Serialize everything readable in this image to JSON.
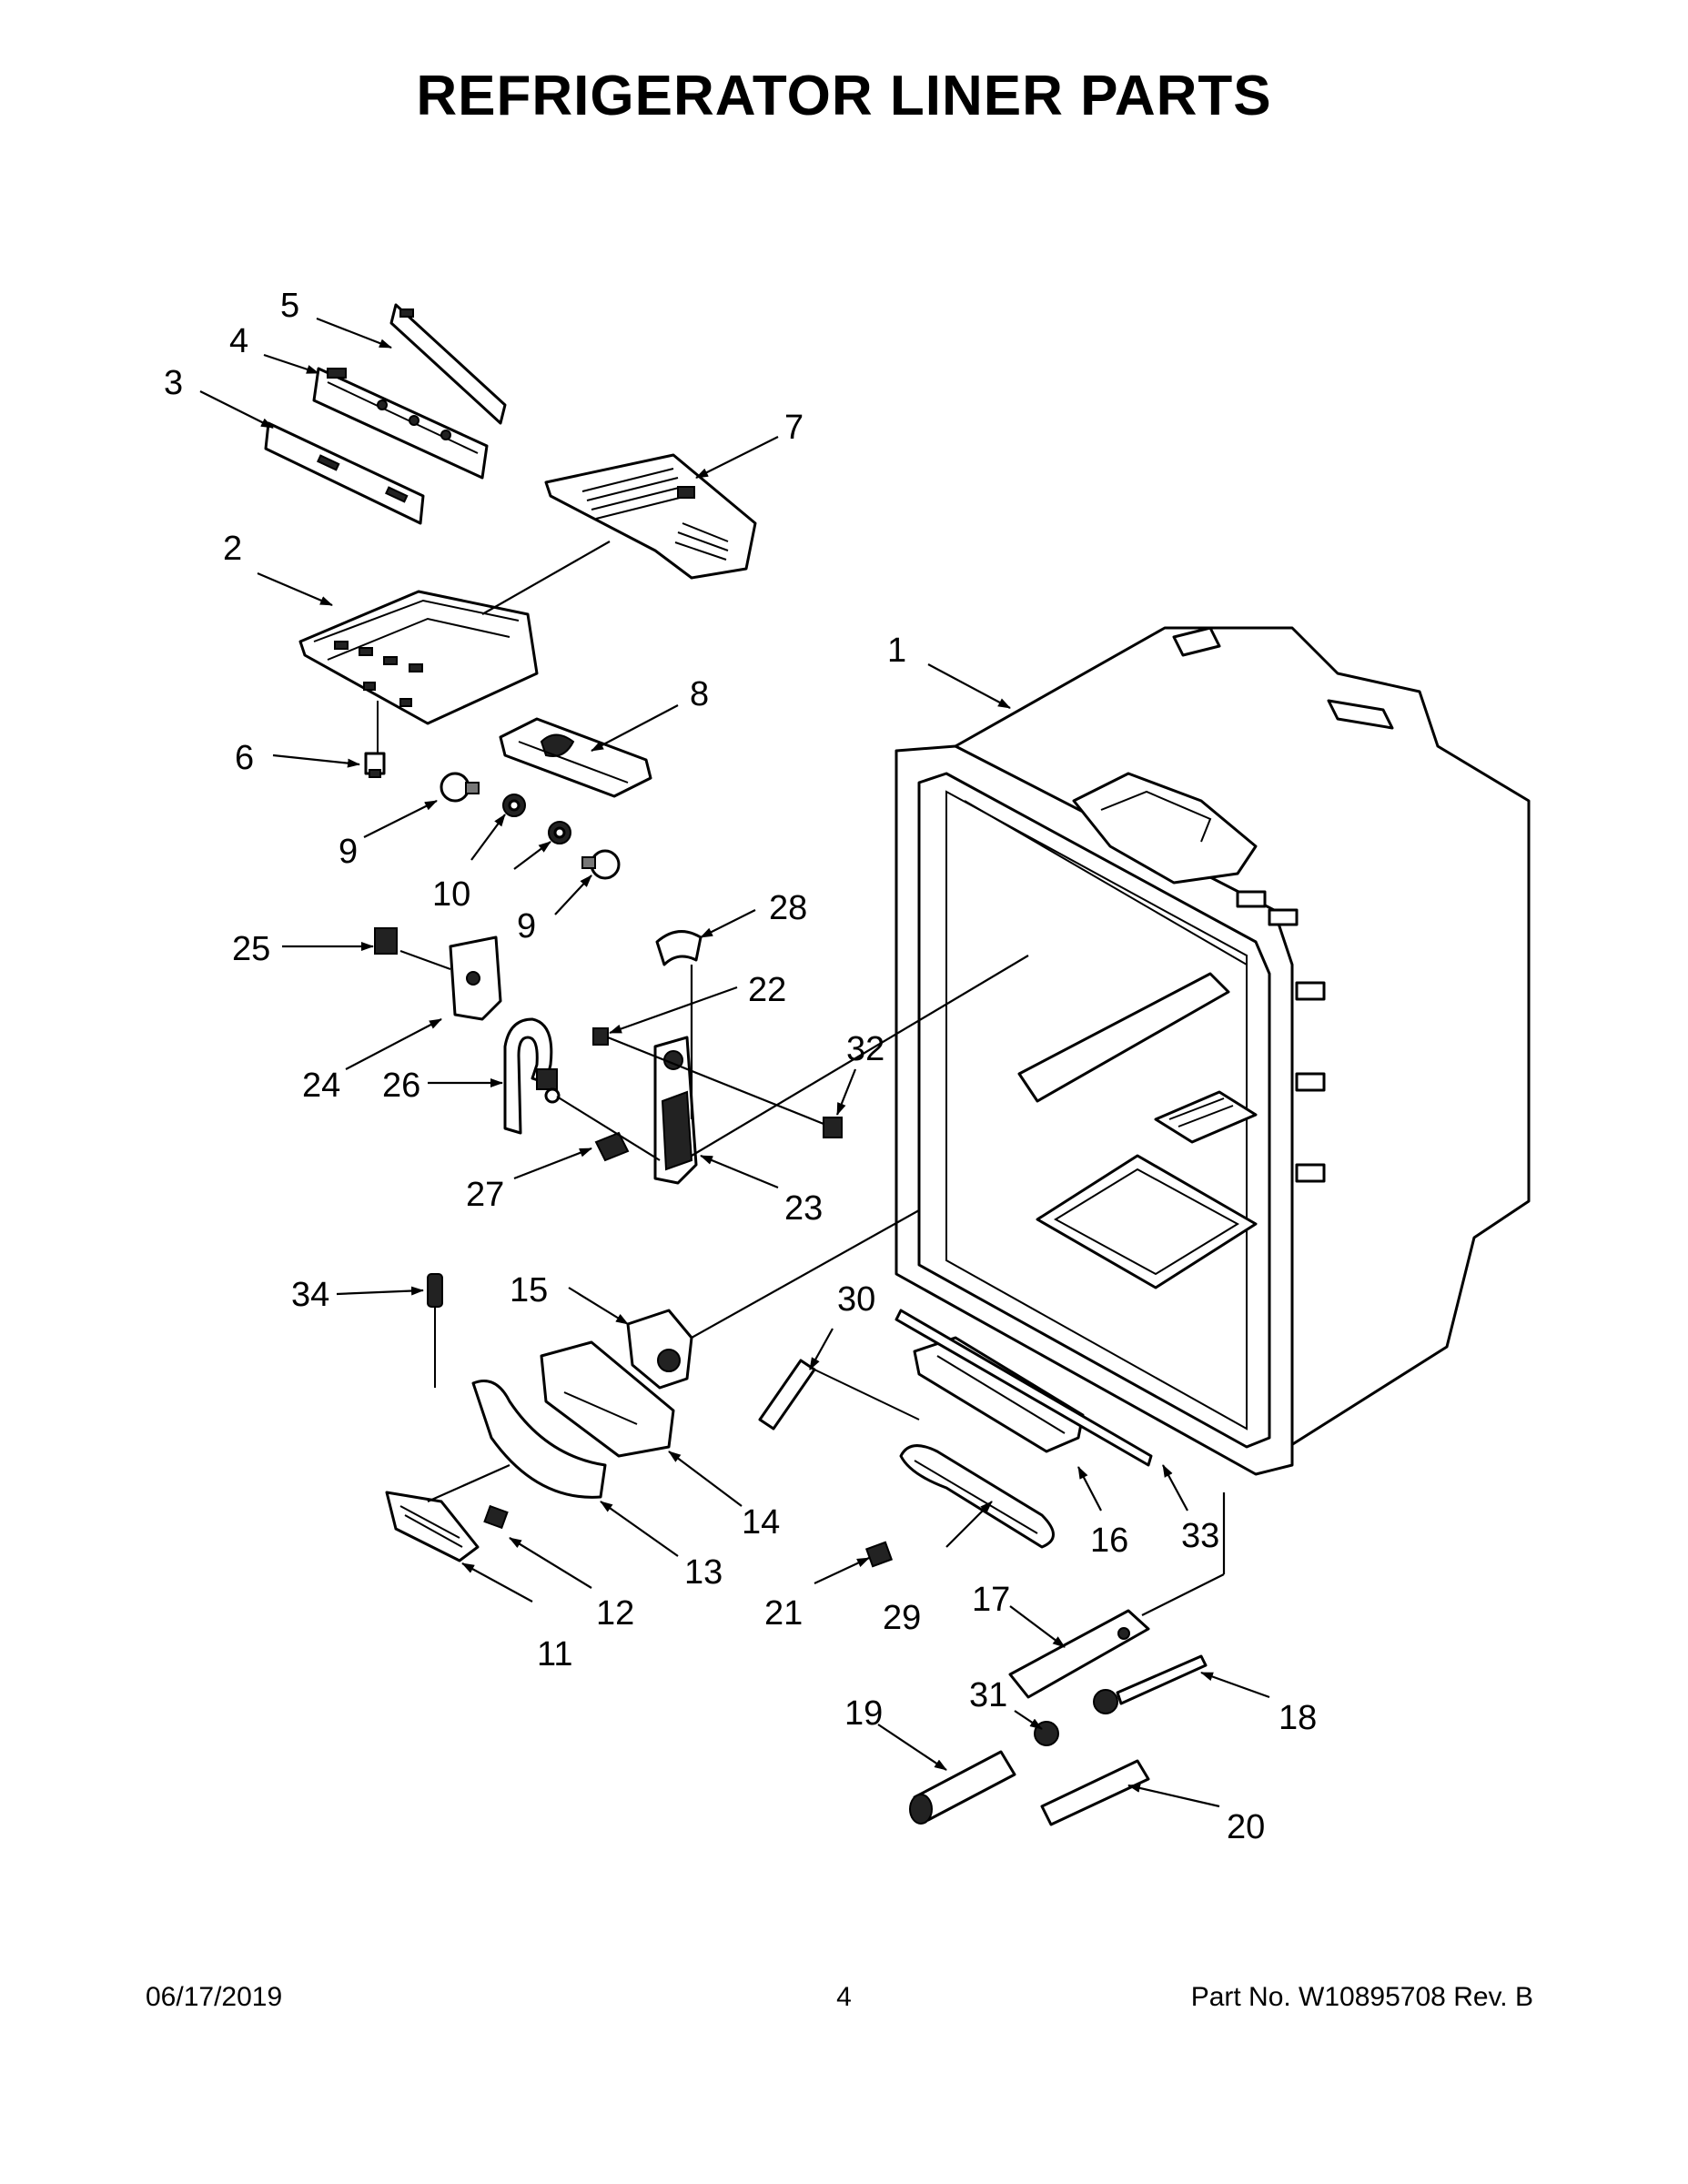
{
  "page": {
    "title": "REFRIGERATOR LINER PARTS"
  },
  "callouts": [
    {
      "id": "1",
      "label": "1"
    },
    {
      "id": "2",
      "label": "2"
    },
    {
      "id": "3",
      "label": "3"
    },
    {
      "id": "4",
      "label": "4"
    },
    {
      "id": "5",
      "label": "5"
    },
    {
      "id": "6",
      "label": "6"
    },
    {
      "id": "7",
      "label": "7"
    },
    {
      "id": "8",
      "label": "8"
    },
    {
      "id": "9a",
      "label": "9"
    },
    {
      "id": "9b",
      "label": "9"
    },
    {
      "id": "10",
      "label": "10"
    },
    {
      "id": "11",
      "label": "11"
    },
    {
      "id": "12",
      "label": "12"
    },
    {
      "id": "13",
      "label": "13"
    },
    {
      "id": "14",
      "label": "14"
    },
    {
      "id": "15",
      "label": "15"
    },
    {
      "id": "16",
      "label": "16"
    },
    {
      "id": "17",
      "label": "17"
    },
    {
      "id": "18",
      "label": "18"
    },
    {
      "id": "19",
      "label": "19"
    },
    {
      "id": "20",
      "label": "20"
    },
    {
      "id": "21",
      "label": "21"
    },
    {
      "id": "22",
      "label": "22"
    },
    {
      "id": "23",
      "label": "23"
    },
    {
      "id": "24",
      "label": "24"
    },
    {
      "id": "25",
      "label": "25"
    },
    {
      "id": "26",
      "label": "26"
    },
    {
      "id": "27",
      "label": "27"
    },
    {
      "id": "28",
      "label": "28"
    },
    {
      "id": "29",
      "label": "29"
    },
    {
      "id": "30",
      "label": "30"
    },
    {
      "id": "31",
      "label": "31"
    },
    {
      "id": "32",
      "label": "32"
    },
    {
      "id": "33",
      "label": "33"
    },
    {
      "id": "34",
      "label": "34"
    }
  ],
  "footer": {
    "date": "06/17/2019",
    "page_number": "4",
    "part_number": "Part No.  W10895708  Rev.  B"
  }
}
